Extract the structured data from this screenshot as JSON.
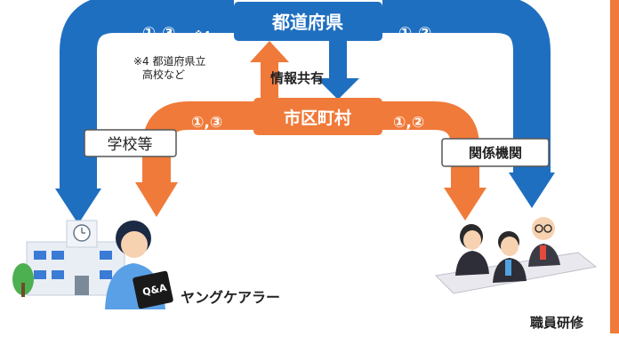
{
  "colors": {
    "blue": "#1f6fc0",
    "orange": "#f07a3a",
    "right_strip": "#f07a3a"
  },
  "nodes": {
    "prefecture": "都道府県",
    "municipality": "市区町村",
    "schools": "学校等",
    "related_orgs": "関係機関"
  },
  "flows": {
    "pref_left": "①,③",
    "pref_left_note_mark": "※4",
    "pref_right": "①,②",
    "muni_left": "①,③",
    "muni_right": "①,②",
    "info_share": "情報共有"
  },
  "note": {
    "line1": "※4 都道府県立",
    "line2": "高校など"
  },
  "captions": {
    "young_carer": "ヤングケアラー",
    "staff_training": "職員研修"
  },
  "icons": [
    "school-building-icon",
    "student-with-qa-board-icon",
    "training-staff-icon"
  ]
}
